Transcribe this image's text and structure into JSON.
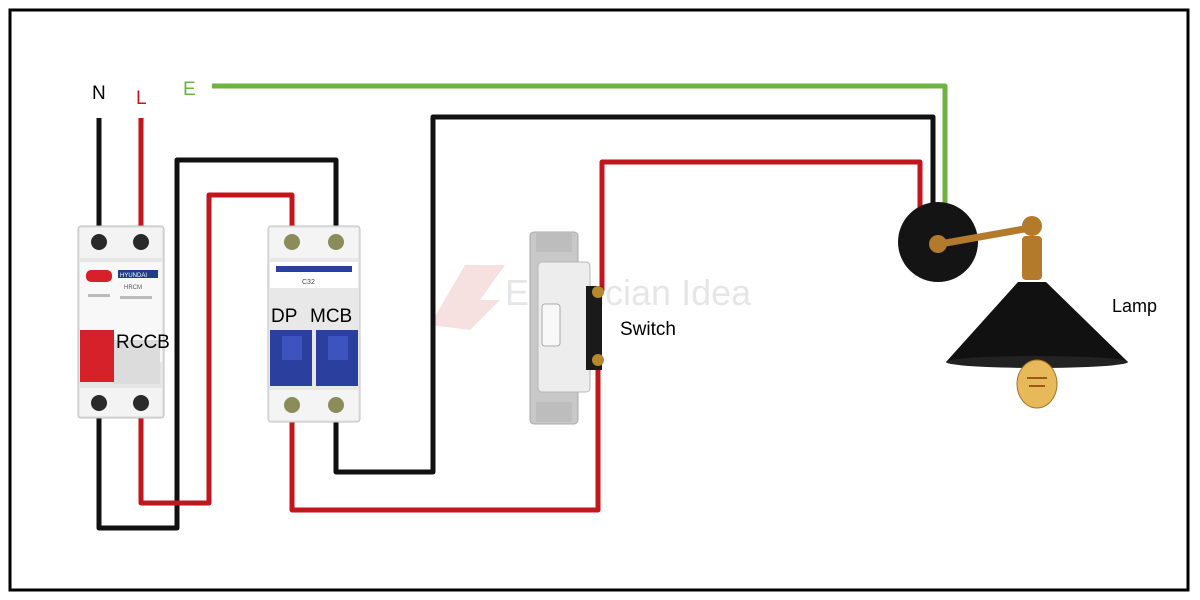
{
  "terminals": {
    "neutral": "N",
    "live": "L",
    "earth": "E"
  },
  "devices": {
    "rccb": {
      "label": "RCCB",
      "brand_text": "HYUNDAI",
      "model_text": "HRCM"
    },
    "mcb": {
      "label_left": "DP",
      "label_right": "MCB",
      "rating_text": "C32"
    },
    "switch": {
      "label": "Switch"
    },
    "lamp": {
      "label": "Lamp"
    }
  },
  "watermark": "Electrician Idea",
  "colors": {
    "neutral_wire": "#111111",
    "live_wire": "#c0161c",
    "earth_wire": "#6db33f",
    "border": "#000000",
    "breaker_blue": "#2b3f9e",
    "rccb_red": "#d6202a"
  }
}
